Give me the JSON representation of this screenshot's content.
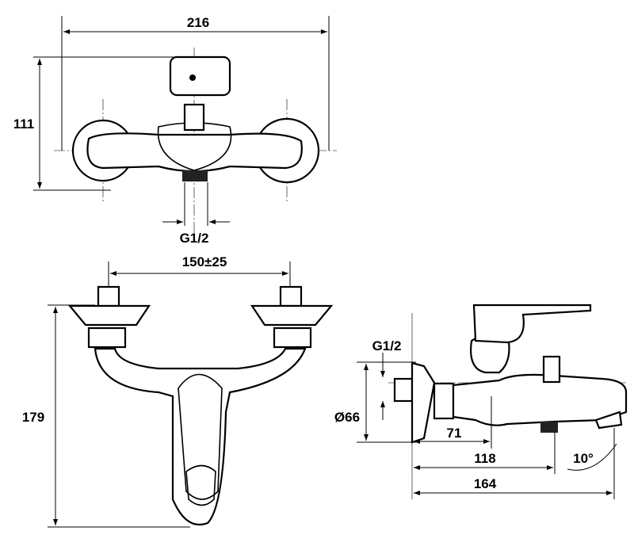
{
  "top_view": {
    "width_dim": "216",
    "height_dim": "111",
    "thread_dim": "G1/2"
  },
  "front_view": {
    "spacing_dim": "150±25",
    "height_dim": "179"
  },
  "side_view": {
    "thread_dim": "G1/2",
    "diameter_dim": "Ø66",
    "depth_dim_1": "71",
    "depth_dim_2": "118",
    "depth_dim_3": "164",
    "angle_dim": "10°"
  }
}
